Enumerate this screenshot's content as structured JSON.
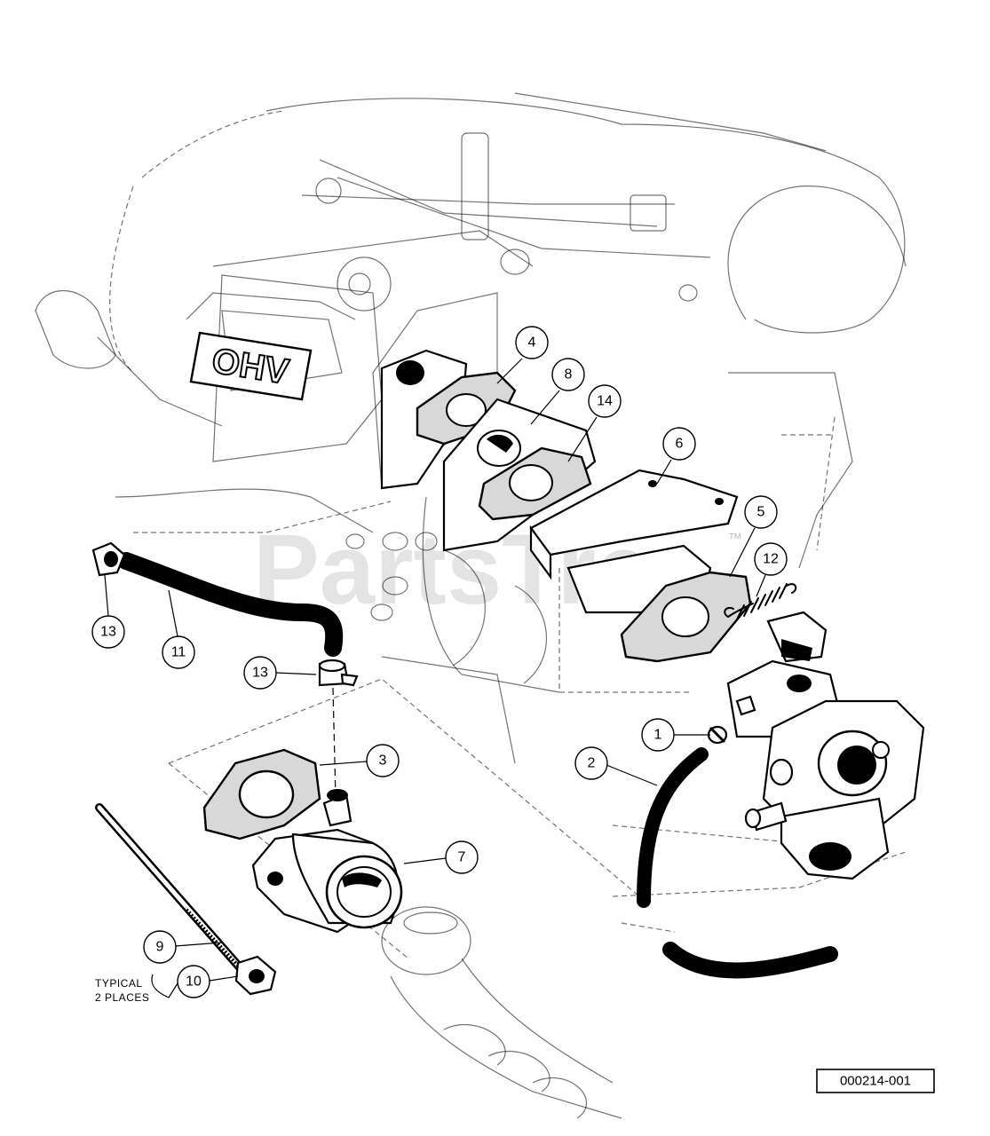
{
  "watermark": "PartsTree",
  "trademark": "™",
  "engine_badge": "OHV",
  "diagram_ref": "000214-001",
  "note": {
    "line1": "TYPICAL",
    "line2": "2 PLACES"
  },
  "callouts": [
    {
      "id": "c1",
      "label": "1"
    },
    {
      "id": "c2",
      "label": "2"
    },
    {
      "id": "c3",
      "label": "3"
    },
    {
      "id": "c4",
      "label": "4"
    },
    {
      "id": "c5",
      "label": "5"
    },
    {
      "id": "c6",
      "label": "6"
    },
    {
      "id": "c7",
      "label": "7"
    },
    {
      "id": "c8",
      "label": "8"
    },
    {
      "id": "c9",
      "label": "9"
    },
    {
      "id": "c10",
      "label": "10"
    },
    {
      "id": "c11",
      "label": "11"
    },
    {
      "id": "c12",
      "label": "12"
    },
    {
      "id": "c13a",
      "label": "13"
    },
    {
      "id": "c13b",
      "label": "13"
    },
    {
      "id": "c14",
      "label": "14"
    }
  ]
}
